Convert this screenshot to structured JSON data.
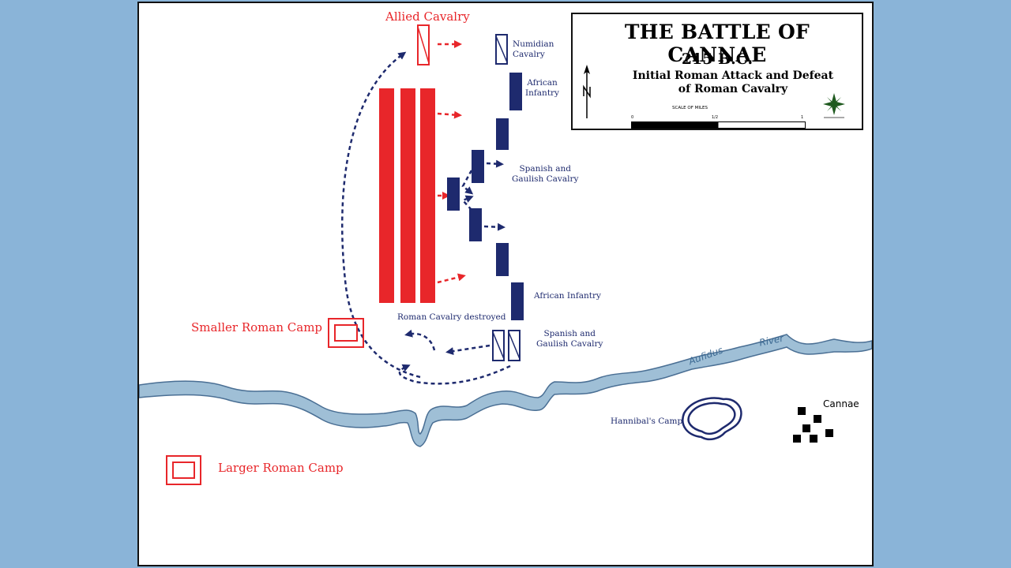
{
  "title": {
    "main": "THE BATTLE OF CANNAE",
    "date": "215 B.C.",
    "subtitle_line1": "Initial Roman Attack and Defeat",
    "subtitle_line2": "of Roman Cavalry",
    "scale_label": "SCALE OF MILES",
    "scale_ticks": [
      "0",
      "1/2",
      "1"
    ]
  },
  "labels": {
    "allied_cavalry": "Allied Cavalry",
    "numidian_cavalry_l1": "Numidian",
    "numidian_cavalry_l2": "Cavalry",
    "african_infantry_top_l1": "African",
    "african_infantry_top_l2": "Infantry",
    "spanish_gaulish_top_l1": "Spanish and",
    "spanish_gaulish_top_l2": "Gaulish Cavalry",
    "african_infantry_bottom": "African Infantry",
    "roman_cavalry_destroyed": "Roman Cavalry destroyed",
    "spanish_gaulish_bottom_l1": "Spanish and",
    "spanish_gaulish_bottom_l2": "Gaulish Cavalry",
    "smaller_roman_camp": "Smaller Roman Camp",
    "larger_roman_camp": "Larger Roman Camp",
    "river_name_1": "Aufidus",
    "river_name_2": "River",
    "hannibals_camp": "Hannibal's Camp",
    "cannae": "Cannae"
  },
  "colors": {
    "roman": "#e8262a",
    "carthaginian": "#1e2a6e",
    "river_fill": "#9fbfd6",
    "river_stroke": "#4a6f94",
    "background": "#8ab4d8"
  },
  "icons": {
    "north_arrow": "north-arrow-icon",
    "compass_star": "compass-star-icon"
  }
}
